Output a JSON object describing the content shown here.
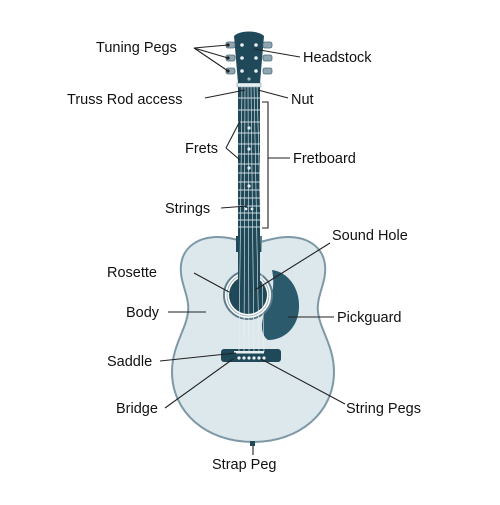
{
  "diagram": {
    "colors": {
      "guitar_body": "#dde8ec",
      "guitar_edge": "#7d98a6",
      "dark_wood": "#1f4858",
      "pickguard": "#2a5a6c",
      "frets": "#c9d6dc",
      "strings": "#e9f0f3",
      "leader_line": "#222222",
      "label_text": "#111111"
    },
    "labels": {
      "tuning_pegs": "Tuning Pegs",
      "headstock": "Headstock",
      "truss_rod_access": "Truss Rod access",
      "nut": "Nut",
      "frets": "Frets",
      "fretboard": "Fretboard",
      "strings": "Strings",
      "sound_hole": "Sound Hole",
      "rosette": "Rosette",
      "body": "Body",
      "pickguard": "Pickguard",
      "saddle": "Saddle",
      "bridge": "Bridge",
      "string_pegs": "String Pegs",
      "strap_peg": "Strap Peg"
    }
  }
}
